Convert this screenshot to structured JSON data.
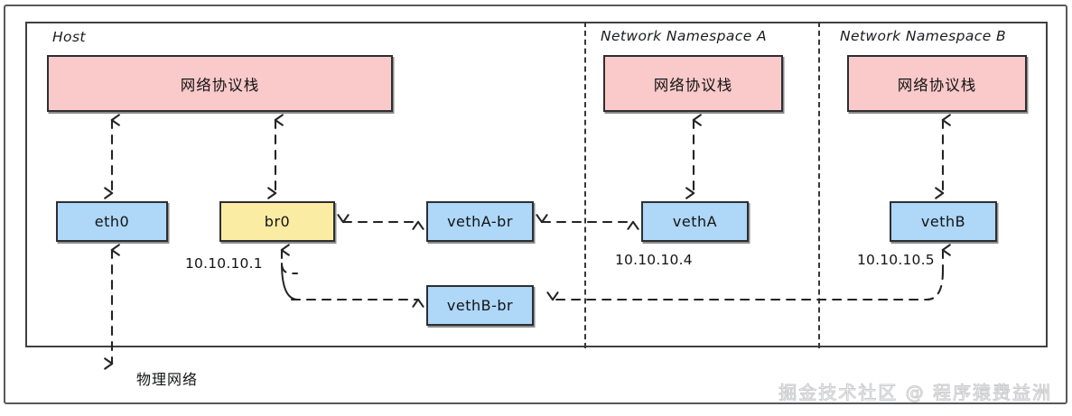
{
  "diagram": {
    "title_zones": {
      "host": "Host",
      "ns_a": "Network Namespace A",
      "ns_b": "Network Namespace B"
    },
    "stacks": {
      "host_stack": "网络协议栈",
      "ns_a_stack": "网络协议栈",
      "ns_b_stack": "网络协议栈"
    },
    "nodes": {
      "eth0": "eth0",
      "br0": "br0",
      "veth_a_br": "vethA-br",
      "veth_b_br": "vethB-br",
      "veth_a": "vethA",
      "veth_b": "vethB"
    },
    "ips": {
      "br0": "10.10.10.1",
      "veth_a": "10.10.10.4",
      "veth_b": "10.10.10.5"
    },
    "physical_network": "物理网络",
    "watermark": "掘金技术社区 @ 程序猿费益洲",
    "colors": {
      "stack_fill": "#fac9c9",
      "device_fill": "#aed7f8",
      "bridge_fill": "#fbeca3",
      "stroke": "#2d2e30",
      "background": "#ffffff"
    }
  }
}
